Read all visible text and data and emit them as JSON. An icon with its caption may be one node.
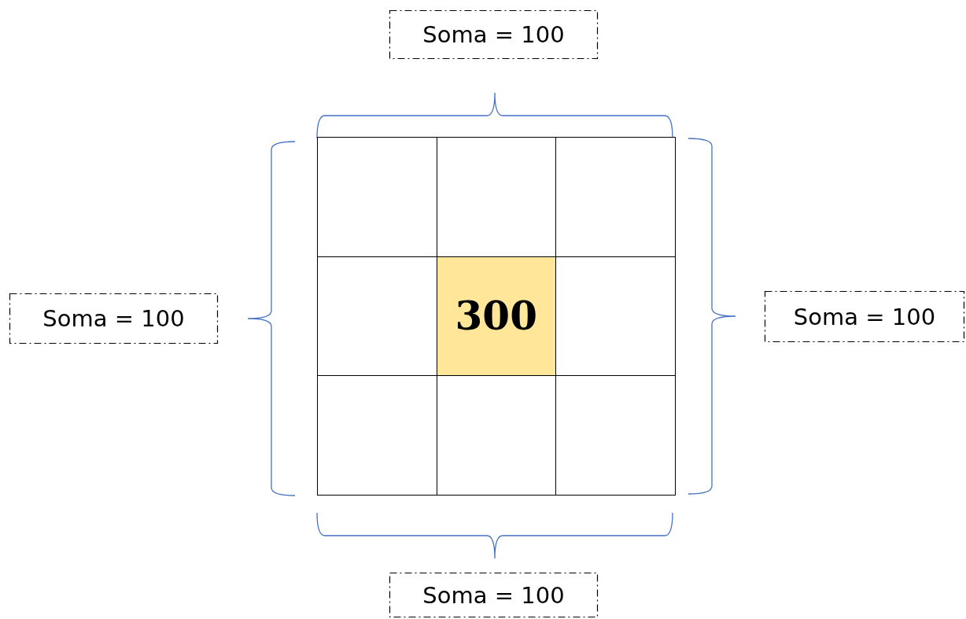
{
  "diagram": {
    "nodes": [
      {
        "text": [
          "Soma = 100"
        ]
      },
      {
        "text": [
          "Soma = 100"
        ]
      },
      {
        "text": [
          "Soma = 100"
        ]
      },
      {
        "text": [
          "Soma = 100"
        ]
      },
      {
        "text": [],
        "shape": "box"
      },
      {
        "text": [],
        "shape": "box"
      },
      {
        "text": [],
        "shape": "box"
      },
      {
        "text": [],
        "shape": "box"
      },
      {
        "text": [
          "300"
        ]
      },
      {
        "text": [],
        "shape": "box"
      },
      {
        "text": [],
        "shape": "box"
      },
      {
        "text": [],
        "shape": "box"
      },
      {
        "text": [],
        "shape": "box"
      }
    ]
  }
}
